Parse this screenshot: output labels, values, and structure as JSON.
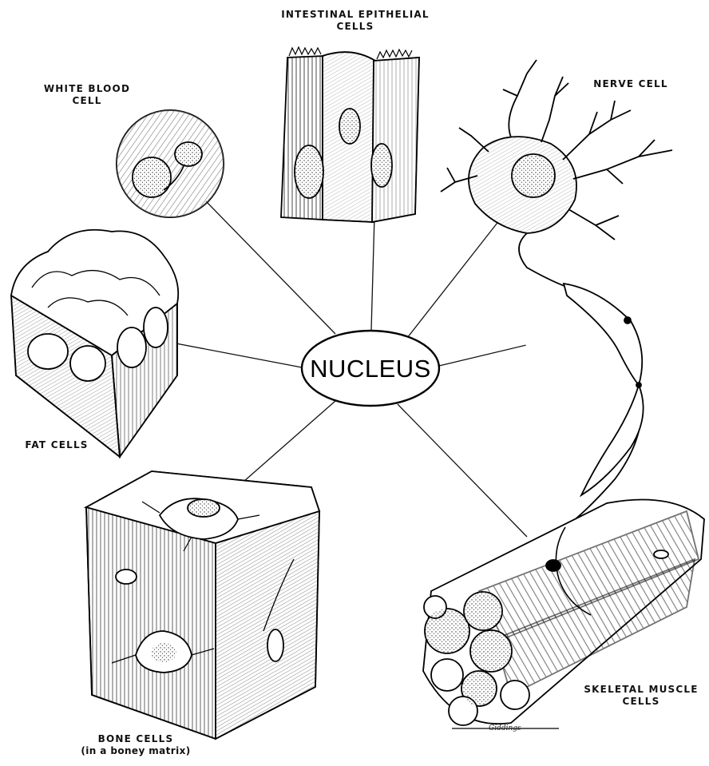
{
  "center": {
    "label": "NUCLEUS"
  },
  "cells": [
    {
      "id": "white-blood",
      "line1": "WHITE BLOOD",
      "line2": "CELL"
    },
    {
      "id": "intestinal",
      "line1": "INTESTINAL EPITHELIAL",
      "line2": "CELLS"
    },
    {
      "id": "nerve",
      "line1": "NERVE CELL"
    },
    {
      "id": "fat",
      "line1": "FAT CELLS"
    },
    {
      "id": "bone",
      "line1": "BONE CELLS",
      "line2": "(in a boney matrix)"
    },
    {
      "id": "muscle",
      "line1": "SKELETAL MUSCLE",
      "line2": "CELLS"
    }
  ],
  "artist_signature": "Giddings",
  "colors": {
    "ink": "#111111",
    "paper": "#ffffff"
  }
}
